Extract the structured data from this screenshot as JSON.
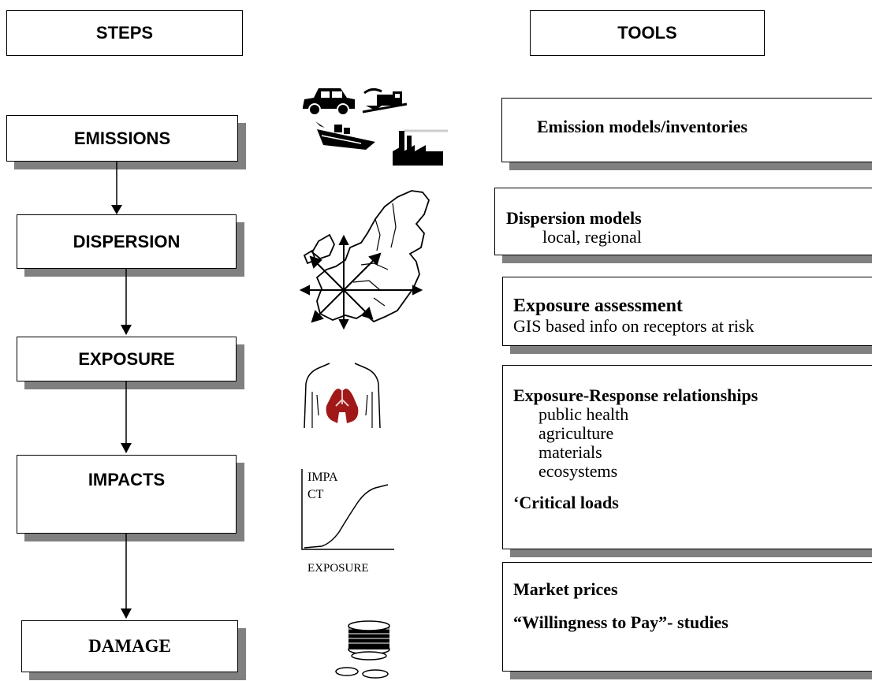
{
  "headers": {
    "steps": "STEPS",
    "tools": "TOOLS"
  },
  "steps": {
    "emissions": "EMISSIONS",
    "dispersion": "DISPERSION",
    "exposure": "EXPOSURE",
    "impacts": "IMPACTS",
    "damage": "DAMAGE"
  },
  "tools": {
    "emission": {
      "title": "Emission models/inventories"
    },
    "dispersion": {
      "title": "Dispersion models",
      "sub": "local, regional"
    },
    "exposure": {
      "title": "Exposure assessment",
      "sub": "GIS based info on receptors at  risk"
    },
    "response": {
      "title": "Exposure-Response relationships",
      "items": [
        "public health",
        "agriculture",
        "materials",
        "ecosystems"
      ],
      "extra": "‘Critical loads"
    },
    "damage": {
      "line1": "Market prices",
      "line2": "“Willingness to Pay”- studies"
    }
  },
  "impact_graph": {
    "ylabel_1": "IMPA",
    "ylabel_2": "CT",
    "xlabel": "EXPOSURE"
  },
  "icons": [
    "car-icon",
    "train-icon",
    "ship-icon",
    "factory-icon",
    "europe-map-icon",
    "lungs-torso-icon",
    "coins-icon"
  ],
  "colors": {
    "shadow": "#808080",
    "lungs": "#a01818"
  }
}
